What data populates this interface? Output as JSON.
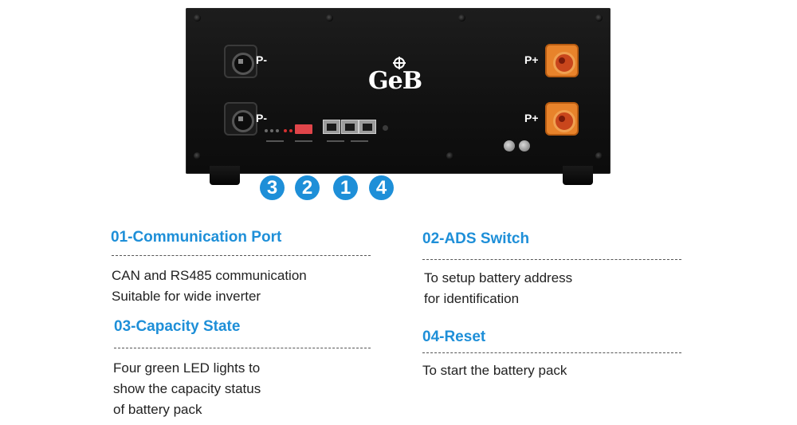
{
  "device": {
    "logo": "GeB",
    "terminals": {
      "negative_top": "P-",
      "negative_bottom": "P-",
      "positive_top": "P+",
      "positive_bottom": "P+"
    },
    "badges": [
      "3",
      "2",
      "1",
      "4"
    ]
  },
  "sections": {
    "comm_port": {
      "title": "01-Communication Port",
      "lines": [
        "CAN and RS485 communication",
        "Suitable for wide inverter"
      ]
    },
    "ads_switch": {
      "title": "02-ADS Switch",
      "lines": [
        "To setup battery address",
        "for identification"
      ]
    },
    "capacity_state": {
      "title": "03-Capacity State",
      "lines": [
        "Four green LED lights to",
        "show the capacity status",
        "of battery pack"
      ]
    },
    "reset": {
      "title": "04-Reset",
      "lines": [
        "To start the battery pack"
      ]
    }
  },
  "colors": {
    "accent": "#1e8fd8",
    "battery_body": "#151515",
    "terminal_positive": "#e8832b"
  },
  "icons": [
    "terminal-negative-icon",
    "terminal-positive-icon",
    "led-indicator-icon",
    "dip-switch-icon",
    "rj45-port-icon",
    "reset-button-icon"
  ]
}
